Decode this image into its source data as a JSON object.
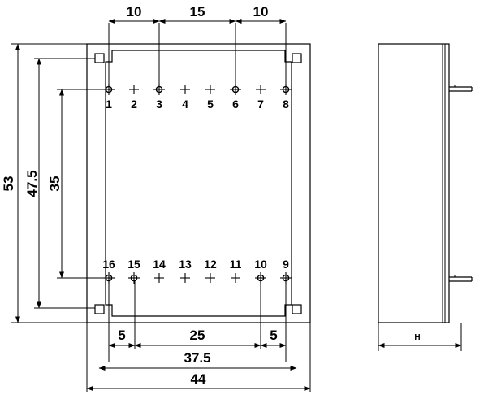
{
  "top_dimensions": [
    "10",
    "15",
    "10"
  ],
  "left_dimensions": [
    "53",
    "47.5",
    "35"
  ],
  "bottom_dimensions": [
    "5",
    "25",
    "5",
    "37.5",
    "44"
  ],
  "top_pin_labels": [
    "1",
    "2",
    "3",
    "4",
    "5",
    "6",
    "7",
    "8"
  ],
  "bottom_pin_labels": [
    "16",
    "15",
    "14",
    "13",
    "12",
    "11",
    "10",
    "9"
  ],
  "side_view_label": "H"
}
